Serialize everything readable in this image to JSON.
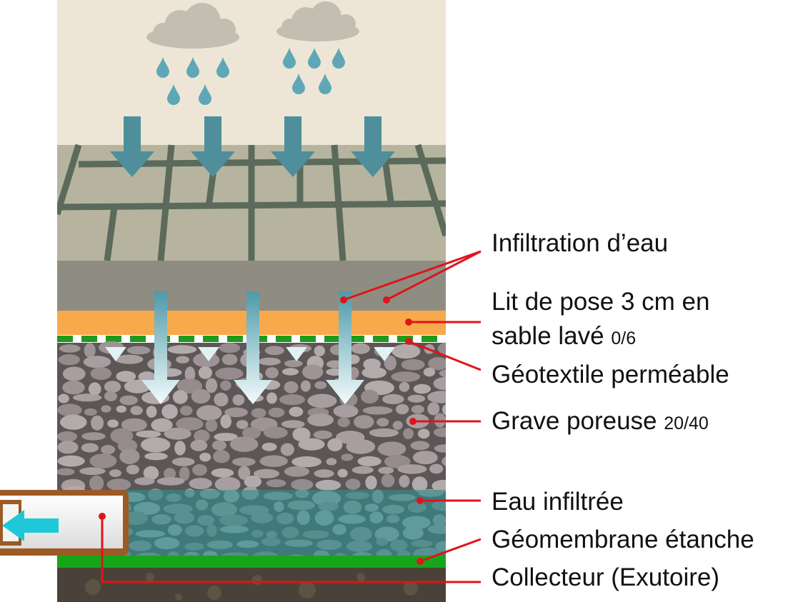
{
  "colors": {
    "sky": "#ede6d6",
    "paving": "#b6b49f",
    "joints": "#5b6a5b",
    "bedding_zone": "#8f8d82",
    "sand": "#f7a94c",
    "geotextile_green": "#1f9a1f",
    "gravel_bg": "#5c5657",
    "stone": "#a79d9e",
    "water_tint": "#2f8f8f",
    "geomembrane": "#17a51a",
    "soil": "#4a4238",
    "flow_arrow": "#4e8f9b",
    "pipe_shell": "#9c5a25",
    "pipe_arrow": "#1fc8d8",
    "callout": "#e0141a"
  },
  "labels": {
    "infiltration": "Infiltration d’eau",
    "lit_line1": "Lit de pose 3 cm en",
    "lit_line2": "sable lavé",
    "lit_grade": "0/6",
    "geotextile": "Géotextile perméable",
    "grave": "Grave poreuse",
    "grave_grade": "20/40",
    "eau": "Eau infiltrée",
    "geomembrane": "Géomembrane étanche",
    "collecteur": "Collecteur (Exutoire)"
  },
  "icons": {
    "cloud": "cloud-icon",
    "raindrop": "raindrop-icon",
    "flow": "down-arrow-icon",
    "outlet": "left-arrow-icon"
  }
}
